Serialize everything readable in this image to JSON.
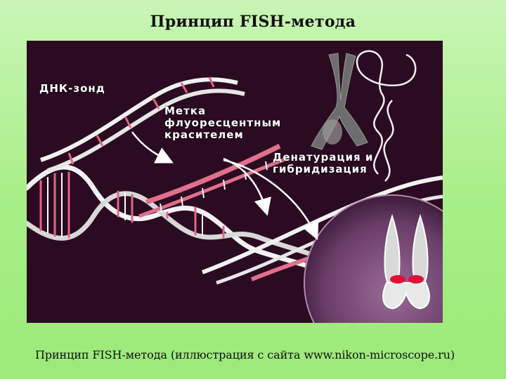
{
  "slide": {
    "title": "Принцип FISH-метода",
    "caption": "Принцип FISH-метода (иллюстрация с сайта www.nikon-microscope.ru)"
  },
  "figure": {
    "labels": {
      "probe": "ДНК-зонд",
      "fluorescent_label_line1": "Метка",
      "fluorescent_label_line2": "флуоресцентным",
      "fluorescent_label_line3": "красителем",
      "denaturation_line1": "Денатурация и",
      "denaturation_line2": "гибридизация"
    },
    "colors": {
      "background": "#2b0b22",
      "strand": "#f2f2f2",
      "probe_strand": "#e0708c",
      "signal": "#e0103a",
      "nucleus": "#8a5a88",
      "chromosome": "#6d6d6d"
    },
    "icons": [
      "dna-helix",
      "chromosome",
      "cell-nucleus",
      "arrow"
    ]
  }
}
